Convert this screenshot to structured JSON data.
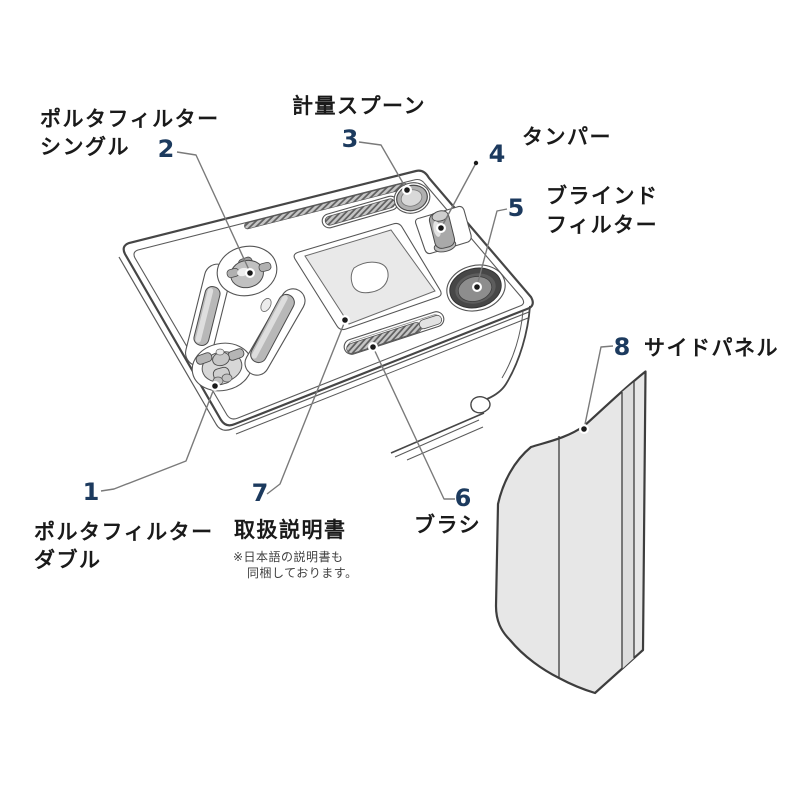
{
  "callouts": {
    "porta_double": {
      "number": "1",
      "line1": "ポルタフィルター",
      "line2": "ダブル"
    },
    "porta_single": {
      "number": "2",
      "line1": "ポルタフィルター",
      "line2": "シングル"
    },
    "spoon": {
      "number": "3",
      "line1": "計量スプーン"
    },
    "tamper": {
      "number": "4",
      "line1": "タンパー"
    },
    "blind_filter": {
      "number": "5",
      "line1": "ブラインド",
      "line2": "フィルター"
    },
    "brush": {
      "number": "6",
      "line1": "ブラシ"
    },
    "manual": {
      "number": "7",
      "line1": "取扱説明書",
      "note1": "※日本語の説明書も",
      "note2": "同梱しております。"
    },
    "side_panel": {
      "number": "8",
      "line1": "サイドパネル"
    }
  },
  "colors": {
    "number": "#1c3a5e",
    "label": "#1a1a1a",
    "note": "#3f3f3f",
    "leader": "#7a7a7a",
    "edge": "#464646",
    "panel_fill": "#e7e7e7",
    "panel_band": "#dddddd",
    "manual_fill": "#e9e9e9",
    "disc_dark": "#474747",
    "disc_mid": "#5d5d5d",
    "disc_light": "#8d8d8d",
    "metal": "#b8b8b8"
  }
}
